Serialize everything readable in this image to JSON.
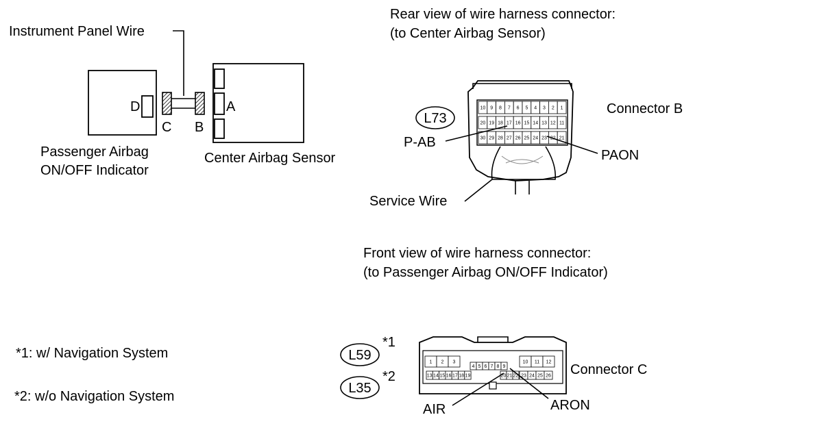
{
  "harness": {
    "wire_label": "Instrument Panel Wire",
    "indicator_label_line1": "Passenger Airbag",
    "indicator_label_line2": "ON/OFF Indicator",
    "sensor_label": "Center Airbag Sensor",
    "letter_d": "D",
    "letter_c": "C",
    "letter_b": "B",
    "letter_a": "A"
  },
  "connector_b": {
    "title_line1": "Rear view of wire harness connector:",
    "title_line2": "(to Center Airbag Sensor)",
    "name": "Connector B",
    "code": "L73",
    "terminal_left": "P-AB",
    "terminal_right": "PAON",
    "service_wire": "Service Wire",
    "row1": [
      "10",
      "9",
      "8",
      "7",
      "6",
      "5",
      "4",
      "3",
      "2",
      "1"
    ],
    "row2": [
      "20",
      "19",
      "18",
      "17",
      "16",
      "15",
      "14",
      "13",
      "12",
      "11"
    ],
    "row3": [
      "30",
      "29",
      "28",
      "27",
      "26",
      "25",
      "24",
      "23",
      "22",
      "21"
    ]
  },
  "connector_c": {
    "title_line1": "Front view of wire harness connector:",
    "title_line2": "(to Passenger Airbag ON/OFF Indicator)",
    "name": "Connector C",
    "code1": "L59",
    "code1_mark": "*1",
    "code2": "L35",
    "code2_mark": "*2",
    "terminal_left": "AIR",
    "terminal_right": "ARON",
    "top_left": [
      "1",
      "2",
      "3"
    ],
    "top_mid": [
      "4",
      "5",
      "6",
      "7",
      "8",
      "9"
    ],
    "top_right": [
      "10",
      "11",
      "12"
    ],
    "bot_left": [
      "13",
      "14",
      "15",
      "16",
      "17",
      "18",
      "19"
    ],
    "bot_mid": [
      "20",
      "21",
      "22"
    ],
    "bot_right": [
      "23",
      "24",
      "25",
      "26"
    ]
  },
  "notes": {
    "note1": "*1: w/ Navigation System",
    "note2": "*2: w/o Navigation System"
  }
}
